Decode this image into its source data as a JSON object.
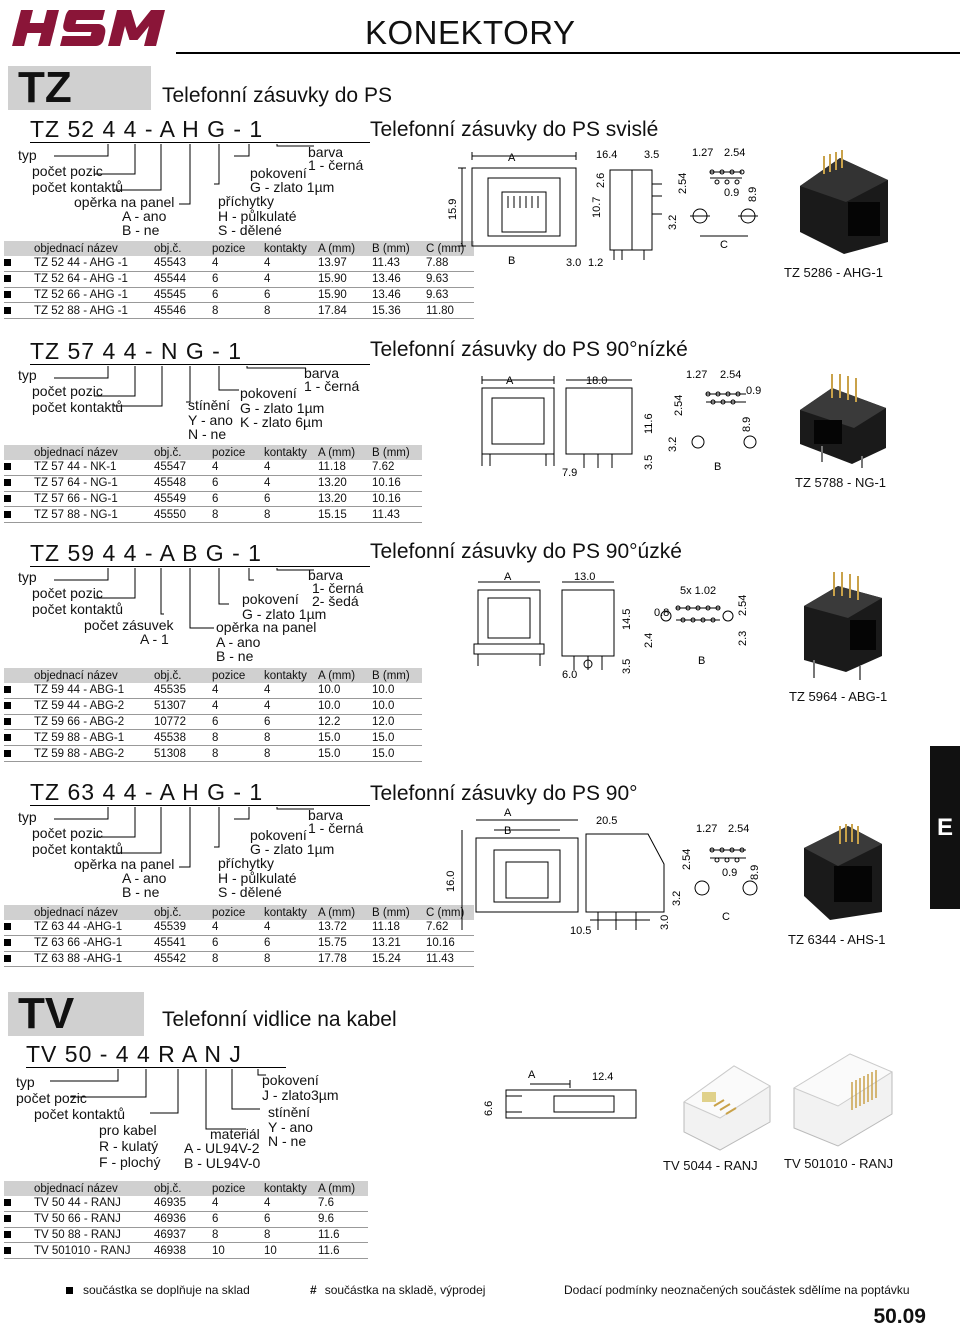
{
  "header": {
    "logo_text": "HSM",
    "title": "KONEKTORY"
  },
  "tz": {
    "tab": "TZ",
    "subtitle": "Telefonní zásuvky do PS",
    "tz52": {
      "code": "TZ 52  4  4 - A  H  G - 1",
      "section_title": "Telefonní zásuvky do PS svislé",
      "labels": [
        "typ",
        "počet pozic",
        "počet kontaktů",
        "opěrka na panel",
        "A - ano",
        "B - ne",
        "příchytky",
        "H - půlkulaté",
        "S - dělené",
        "pokovení",
        "G - zlato 1µm",
        "barva",
        "1 - černá"
      ],
      "headers": [
        "objednací název",
        "obj.č.",
        "pozice",
        "kontakty",
        "A (mm)",
        "B (mm)",
        "C (mm)"
      ],
      "rows": [
        [
          "TZ 52 44 - AHG -1",
          "45543",
          "4",
          "4",
          "13.97",
          "11.43",
          "7.88"
        ],
        [
          "TZ 52 64 - AHG -1",
          "45544",
          "6",
          "4",
          "15.90",
          "13.46",
          "9.63"
        ],
        [
          "TZ 52 66 - AHG -1",
          "45545",
          "6",
          "6",
          "15.90",
          "13.46",
          "9.63"
        ],
        [
          "TZ 52 88 - AHG -1",
          "45546",
          "8",
          "8",
          "17.84",
          "15.36",
          "11.80"
        ]
      ],
      "dims": [
        "A",
        "B",
        "15.9",
        "16.4",
        "3.5",
        "2.6",
        "10.7",
        "3.0",
        "1.2",
        "1.27",
        "2.54",
        "2.54",
        "0.9",
        "8.9",
        "3.2",
        "C"
      ],
      "caption": "TZ 5286 - AHG-1"
    },
    "tz57": {
      "code": "TZ 57  4  4 - N  G - 1",
      "section_title": "Telefonní zásuvky do PS 90°nízké",
      "labels": [
        "typ",
        "počet pozic",
        "počet kontaktů",
        "stínění",
        "Y - ano",
        "N - ne",
        "pokovení",
        "G - zlato 1µm",
        "K - zlato 6µm",
        "barva",
        "1 - černá"
      ],
      "headers": [
        "objednací název",
        "obj.č.",
        "pozice",
        "kontakty",
        "A (mm)",
        "B (mm)"
      ],
      "rows": [
        [
          "TZ 57 44 - NK-1",
          "45547",
          "4",
          "4",
          "11.18",
          "7.62"
        ],
        [
          "TZ 57 64 - NG-1",
          "45548",
          "6",
          "4",
          "13.20",
          "10.16"
        ],
        [
          "TZ 57 66 - NG-1",
          "45549",
          "6",
          "6",
          "13.20",
          "10.16"
        ],
        [
          "TZ 57 88 - NG-1",
          "45550",
          "8",
          "8",
          "15.15",
          "11.43"
        ]
      ],
      "dims": [
        "A",
        "18.0",
        "7.9",
        "11.6",
        "3.5",
        "1.27",
        "2.54",
        "2.54",
        "0.9",
        "8.9",
        "3.2",
        "B"
      ],
      "caption": "TZ 5788 - NG-1"
    },
    "tz59": {
      "code": "TZ 59  4  4 - A  B  G - 1",
      "section_title": "Telefonní zásuvky do PS 90°úzké",
      "labels": [
        "typ",
        "počet pozic",
        "počet kontaktů",
        "počet zásuvek",
        "A - 1",
        "opěrka na panel",
        "A - ano",
        "B - ne",
        "pokovení",
        "G - zlato 1µm",
        "barva",
        "1- černá",
        "2- šedá"
      ],
      "headers": [
        "objednací název",
        "obj.č.",
        "pozice",
        "kontakty",
        "A (mm)",
        "B (mm)"
      ],
      "rows": [
        [
          "TZ 59 44 - ABG-1",
          "45535",
          "4",
          "4",
          "10.0",
          "10.0"
        ],
        [
          "TZ 59 44 - ABG-2",
          "51307",
          "4",
          "4",
          "10.0",
          "10.0"
        ],
        [
          "TZ 59 66 - ABG-2",
          "10772",
          "6",
          "6",
          "12.2",
          "12.0"
        ],
        [
          "TZ 59 88 - ABG-1",
          "45538",
          "8",
          "8",
          "15.0",
          "15.0"
        ],
        [
          "TZ 59 88 - ABG-2",
          "51308",
          "8",
          "8",
          "15.0",
          "15.0"
        ]
      ],
      "dims": [
        "A",
        "13.0",
        "6.0",
        "14.5",
        "3.5",
        "5x 1.02",
        "0.8",
        "2.4",
        "2.54",
        "2.3",
        "B"
      ],
      "caption": "TZ 5964 - ABG-1"
    },
    "tz63": {
      "code": "TZ 63  4  4 - A  H  G - 1",
      "section_title": "Telefonní zásuvky do PS 90°",
      "labels": [
        "typ",
        "počet pozic",
        "počet kontaktů",
        "opěrka na panel",
        "A - ano",
        "B - ne",
        "příchytky",
        "H - půlkulaté",
        "S - dělené",
        "pokovení",
        "G - zlato 1µm",
        "barva",
        "1 - černá"
      ],
      "headers": [
        "objednací název",
        "obj.č.",
        "pozice",
        "kontakty",
        "A (mm)",
        "B (mm)",
        "C (mm)"
      ],
      "rows": [
        [
          "TZ 63 44 -AHG-1",
          "45539",
          "4",
          "4",
          "13.72",
          "11.18",
          "7.62"
        ],
        [
          "TZ 63 66 -AHG-1",
          "45541",
          "6",
          "6",
          "15.75",
          "13.21",
          "10.16"
        ],
        [
          "TZ 63 88 -AHG-1",
          "45542",
          "8",
          "8",
          "17.78",
          "15.24",
          "11.43"
        ]
      ],
      "dims": [
        "A",
        "B",
        "20.5",
        "16.0",
        "10.5",
        "3.0",
        "1.27",
        "2.54",
        "2.54",
        "0.9",
        "8.9",
        "3.2",
        "C"
      ],
      "caption": "TZ 6344 - AHS-1"
    }
  },
  "tv": {
    "tab": "TV",
    "subtitle": "Telefonní vidlice na kabel",
    "code": "TV 50 -  4  4  R  A  N  J",
    "labels": [
      "typ",
      "počet pozic",
      "počet kontaktů",
      "pro kabel",
      "R - kulatý",
      "F - plochý",
      "materiál",
      "A - UL94V-2",
      "B - UL94V-0",
      "pokovení",
      "J - zlato3µm",
      "stínění",
      "Y - ano",
      "N - ne"
    ],
    "headers": [
      "objednací název",
      "obj.č.",
      "pozice",
      "kontakty",
      "A (mm)"
    ],
    "rows": [
      [
        "TV 50 44 - RANJ",
        "46935",
        "4",
        "4",
        "7.6"
      ],
      [
        "TV 50 66 - RANJ",
        "46936",
        "6",
        "6",
        "9.6"
      ],
      [
        "TV 50 88 - RANJ",
        "46937",
        "8",
        "8",
        "11.6"
      ],
      [
        "TV 501010 - RANJ",
        "46938",
        "10",
        "10",
        "11.6"
      ]
    ],
    "dims": [
      "A",
      "12.4",
      "6.6"
    ],
    "caption1": "TV 5044 - RANJ",
    "caption2": "TV 501010 - RANJ"
  },
  "side_tab": "E",
  "footer": {
    "note1": "součástka se doplňuje na sklad",
    "note2_symbol": "#",
    "note2": "součástka na skladě, výprodej",
    "note3": "Dodací podmínky  neoznačených součástek sdělíme na poptávku"
  },
  "page_number": "50.09",
  "colors": {
    "tab_grey": "#d0d0d0",
    "logo": "#8a1538"
  }
}
